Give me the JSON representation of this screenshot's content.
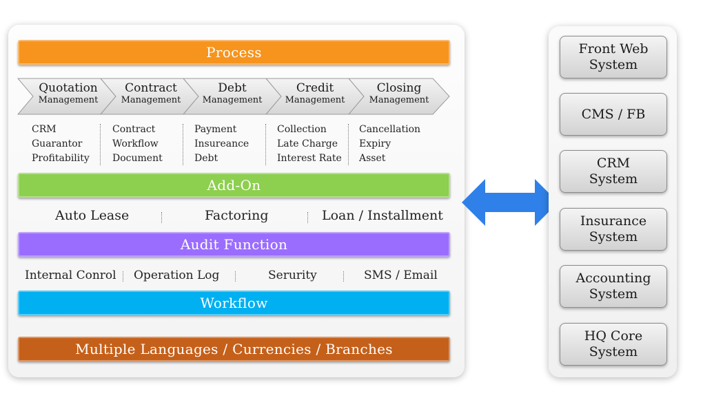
{
  "main": {
    "process_label": "Process",
    "steps": [
      {
        "title": "Quotation",
        "subtitle": "Management",
        "details": [
          "CRM",
          "Guarantor",
          "Profitability"
        ]
      },
      {
        "title": "Contract",
        "subtitle": "Management",
        "details": [
          "Contract",
          "Workflow",
          "Document"
        ]
      },
      {
        "title": "Debt",
        "subtitle": "Management",
        "details": [
          "Payment",
          "Insureance",
          "Debt"
        ]
      },
      {
        "title": "Credit",
        "subtitle": "Management",
        "details": [
          "Collection",
          "Late Charge",
          "Interest Rate"
        ]
      },
      {
        "title": "Closing",
        "subtitle": "Management",
        "details": [
          "Cancellation",
          "Expiry",
          "Asset"
        ]
      }
    ],
    "addon_label": "Add-On",
    "addon_items": [
      "Auto Lease",
      "Factoring",
      "Loan / Installment"
    ],
    "audit_label": "Audit Function",
    "audit_items": [
      "Internal Conrol",
      "Operation Log",
      "Serurity",
      "SMS / Email"
    ],
    "workflow_label": "Workflow",
    "multi_label": "Multiple Languages / Currencies / Branches"
  },
  "systems": [
    {
      "line1": "Front Web",
      "line2": "System"
    },
    {
      "line1": "CMS / FB",
      "line2": ""
    },
    {
      "line1": "CRM",
      "line2": "System"
    },
    {
      "line1": "Insurance",
      "line2": "System"
    },
    {
      "line1": "Accounting",
      "line2": "System"
    },
    {
      "line1": "HQ Core",
      "line2": "System"
    }
  ],
  "colors": {
    "process": "#f7941d",
    "addon": "#8dcf4f",
    "audit": "#9b6dff",
    "workflow": "#00b0f0",
    "multi": "#c5601a",
    "arrow": "#2f80e8",
    "chevron": "#e6e6e6"
  },
  "icons": {
    "connector": "double-headed-arrow-icon",
    "step_shape": "chevron-arrow"
  }
}
